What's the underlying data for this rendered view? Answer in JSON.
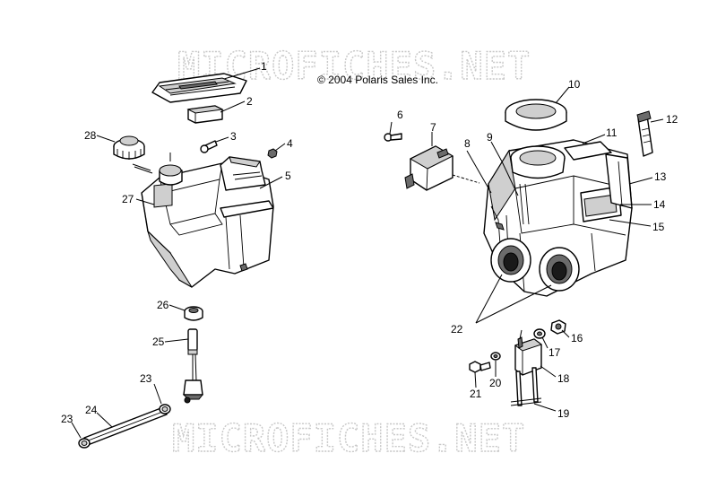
{
  "watermark": {
    "top": "MICROFICHES.NET",
    "bottom": "MICROFICHES.NET"
  },
  "copyright": "© 2004 Polaris Sales Inc.",
  "callouts": [
    {
      "id": "1",
      "label": "1"
    },
    {
      "id": "2",
      "label": "2"
    },
    {
      "id": "3",
      "label": "3"
    },
    {
      "id": "4",
      "label": "4"
    },
    {
      "id": "5",
      "label": "5"
    },
    {
      "id": "6",
      "label": "6"
    },
    {
      "id": "7",
      "label": "7"
    },
    {
      "id": "8",
      "label": "8"
    },
    {
      "id": "9",
      "label": "9"
    },
    {
      "id": "10",
      "label": "10"
    },
    {
      "id": "11",
      "label": "11"
    },
    {
      "id": "12",
      "label": "12"
    },
    {
      "id": "13",
      "label": "13"
    },
    {
      "id": "14",
      "label": "14"
    },
    {
      "id": "15",
      "label": "15"
    },
    {
      "id": "16",
      "label": "16"
    },
    {
      "id": "17",
      "label": "17"
    },
    {
      "id": "18",
      "label": "18"
    },
    {
      "id": "19",
      "label": "19"
    },
    {
      "id": "20",
      "label": "20"
    },
    {
      "id": "21",
      "label": "21"
    },
    {
      "id": "22",
      "label": "22"
    },
    {
      "id": "23a",
      "label": "23"
    },
    {
      "id": "23b",
      "label": "23"
    },
    {
      "id": "24",
      "label": "24"
    },
    {
      "id": "25",
      "label": "25"
    },
    {
      "id": "26",
      "label": "26"
    },
    {
      "id": "27",
      "label": "27"
    },
    {
      "id": "28",
      "label": "28"
    }
  ]
}
